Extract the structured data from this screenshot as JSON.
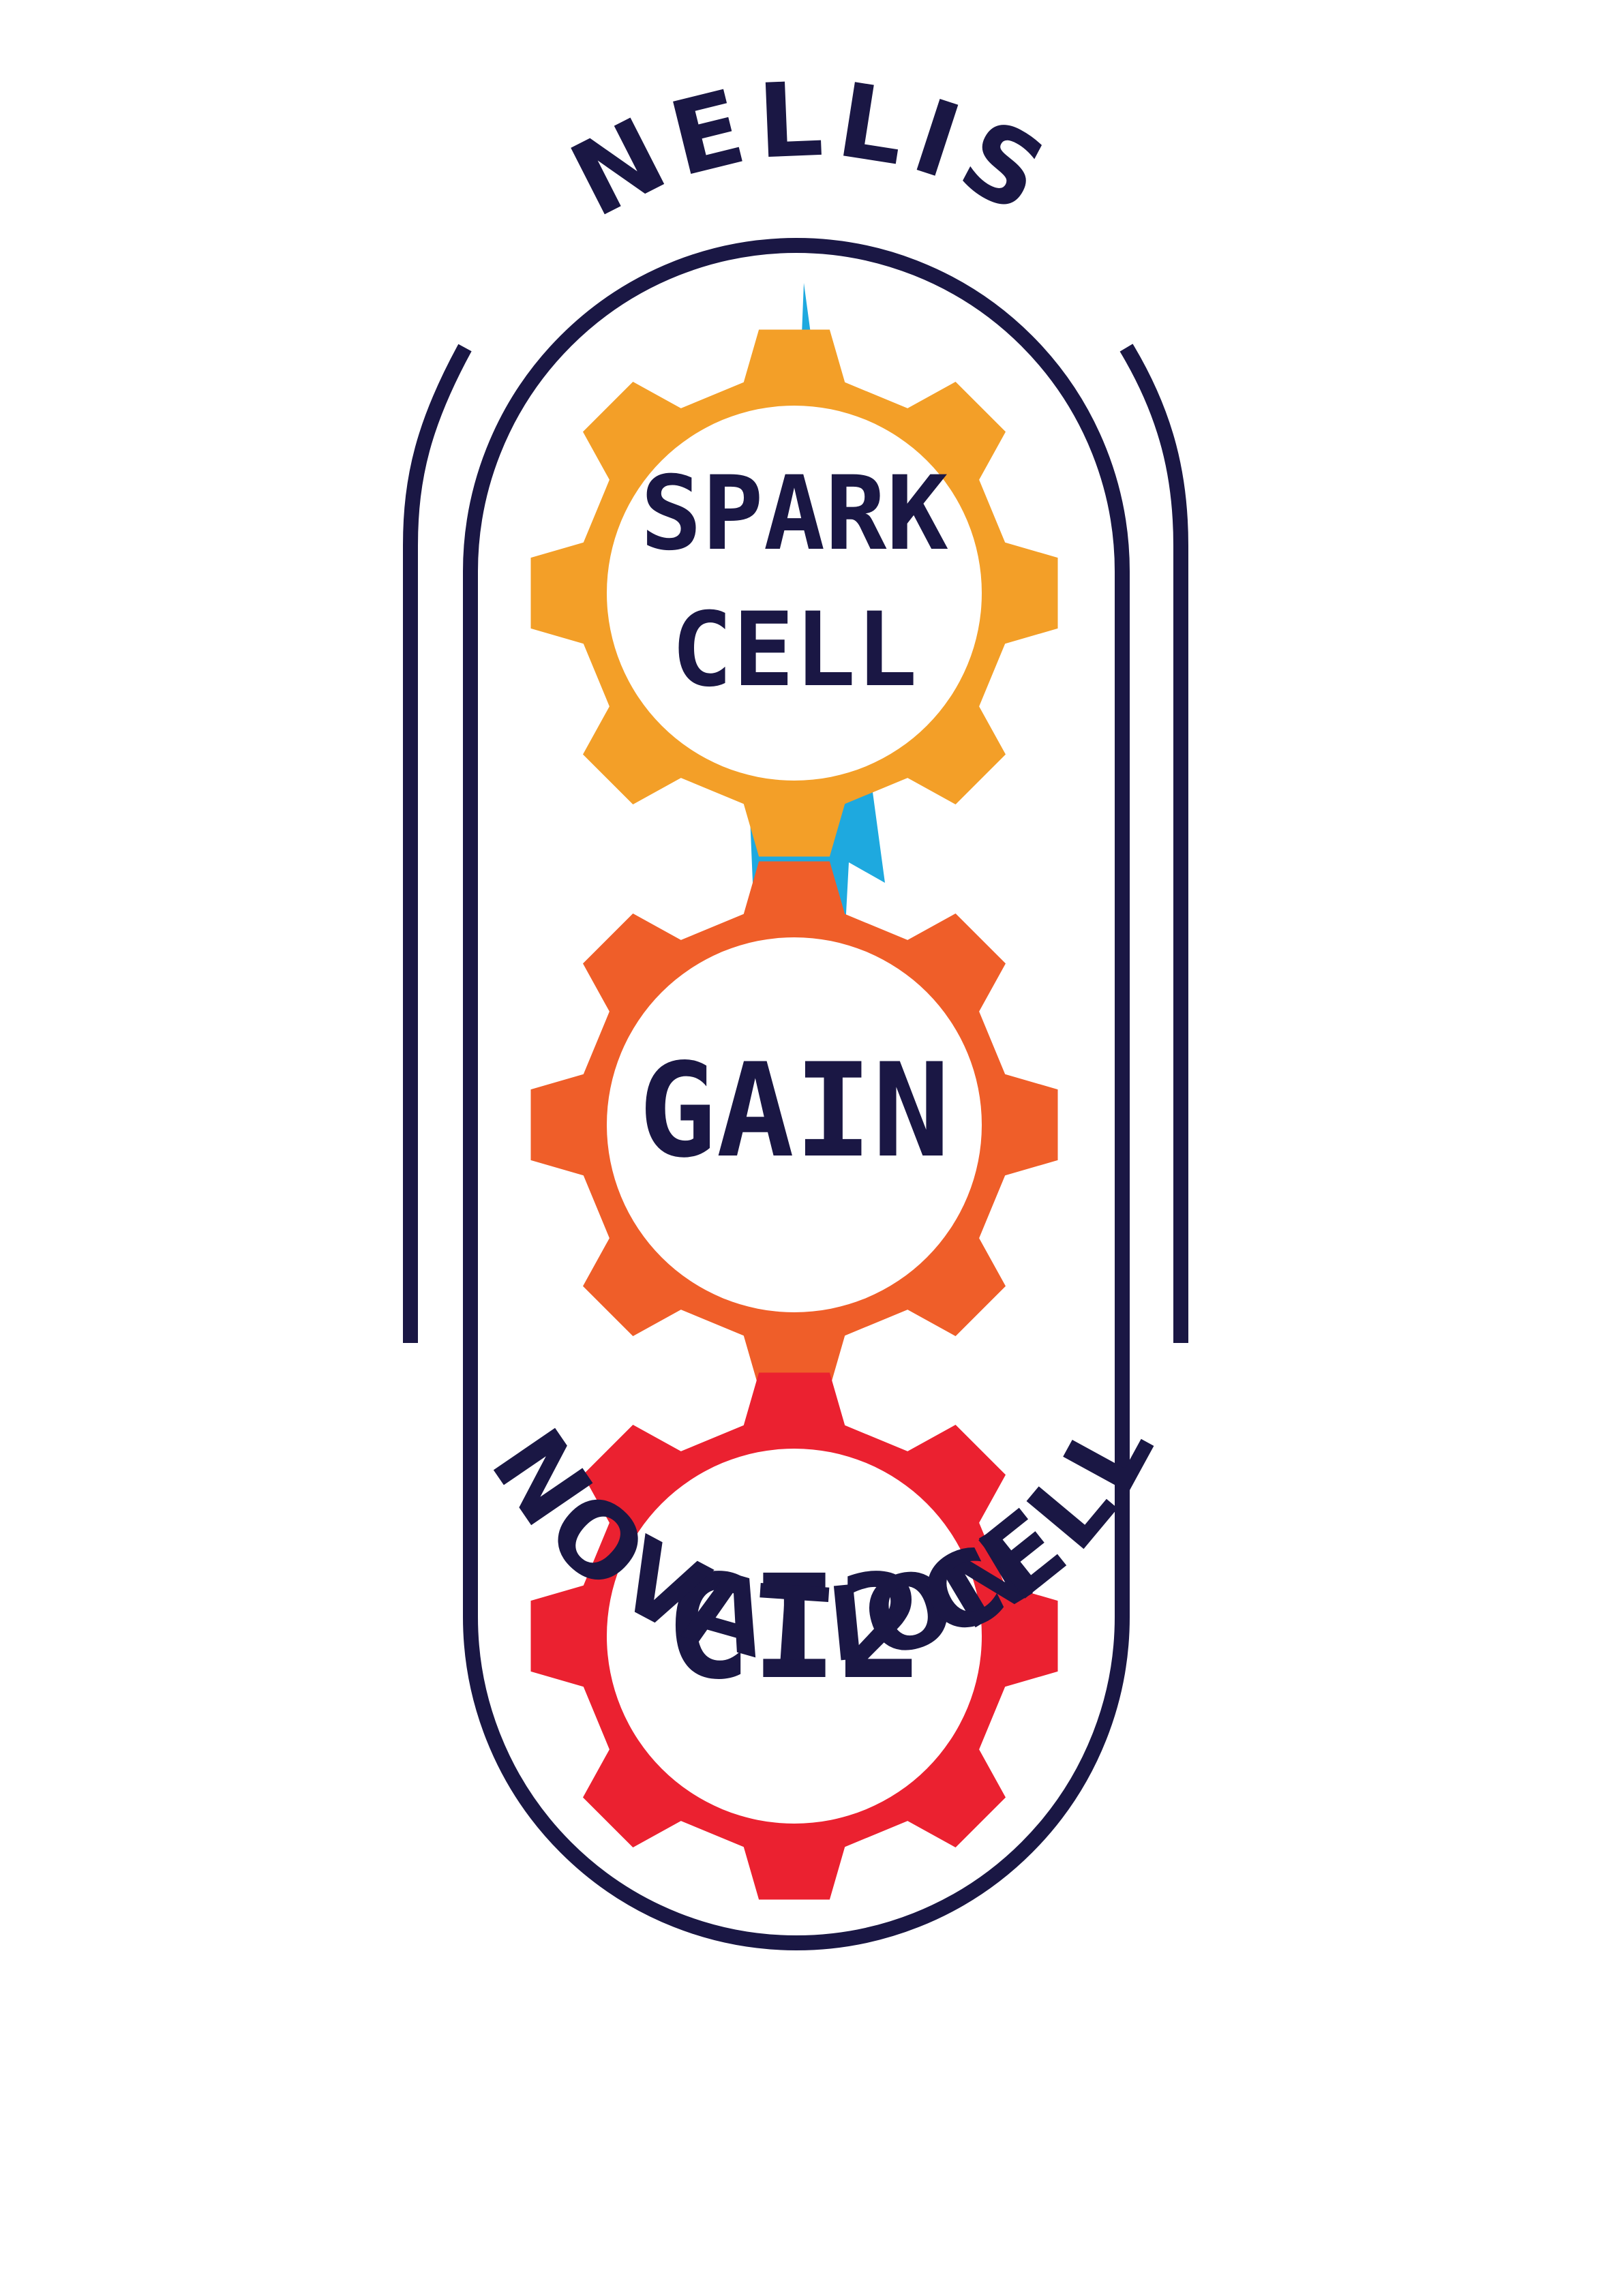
{
  "logo": {
    "arc_top": "NELLIS",
    "arc_left": "INNOVATION",
    "arc_right": "CELL",
    "gears": [
      {
        "line1": "SPARK",
        "line2": "CELL",
        "color": "#F39F28"
      },
      {
        "line1": "GAIN",
        "line2": "",
        "color": "#EF5E29"
      },
      {
        "line1": "CI2",
        "line2": "",
        "color": "#EB2130"
      }
    ],
    "colors": {
      "navy": "#1A1744",
      "bolt": "#1EA9DF",
      "background": "#FFFFFF"
    },
    "icons": [
      "lightning-bolt-icon",
      "gear-icon"
    ]
  }
}
